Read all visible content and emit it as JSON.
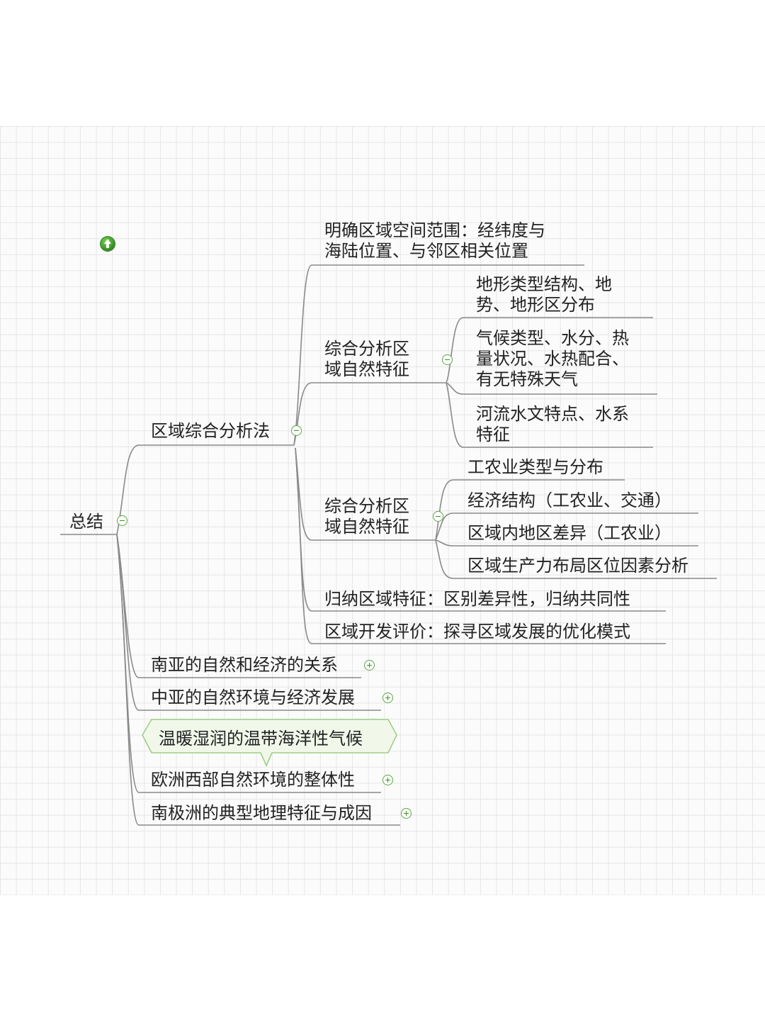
{
  "root": {
    "label": "总结"
  },
  "branch_main": {
    "label": "区域综合分析法",
    "children": {
      "scope": "明确区域空间范围：经纬度与\n海陆位置、与邻区相关位置",
      "natural": {
        "label": "综合分析区\n域自然特征",
        "items": [
          "地形类型结构、地\n势、地形区分布",
          "气候类型、水分、热\n量状况、水热配合、\n有无特殊天气",
          "河流水文特点、水系\n特征"
        ]
      },
      "human": {
        "label": "综合分析区\n域自然特征",
        "items": [
          "工农业类型与分布",
          "经济结构（工农业、交通）",
          "区域内地区差异（工农业）",
          "区域生产力布局区位因素分析"
        ]
      },
      "summary": "归纳区域特征：区别差异性，归纳共同性",
      "evaluation": "区域开发评价：探寻区域发展的优化模式"
    }
  },
  "other_branches": [
    "南亚的自然和经济的关系",
    "中亚的自然环境与经济发展",
    "欧洲西部自然环境的整体性",
    "南极洲的典型地理特征与成因"
  ],
  "callout": {
    "text": "温暖湿润的温带海洋性气候"
  },
  "colors": {
    "line": "#8a8a8a",
    "toggle": "#58a840",
    "callout_border": "#9ccf85",
    "callout_fill": "#f1f8ea"
  }
}
